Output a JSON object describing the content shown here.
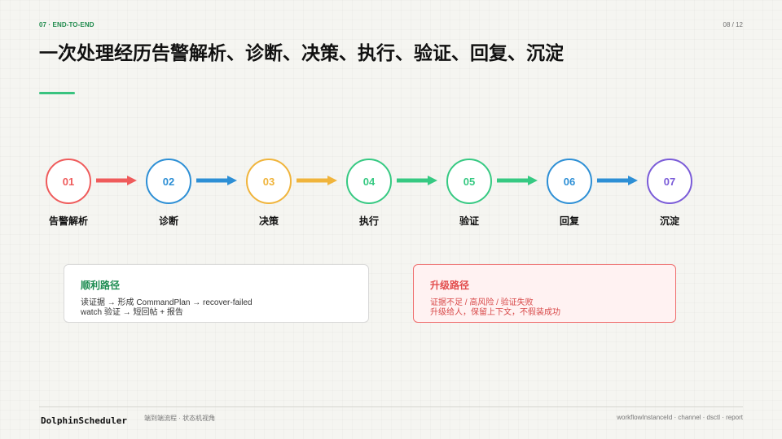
{
  "header": {
    "kicker": "07 · END-TO-END",
    "page_number": "08 / 12",
    "title": "一次处理经历告警解析、诊断、决策、执行、验证、回复、沉淀"
  },
  "flow": {
    "steps": [
      {
        "number": "01",
        "label": "告警解析",
        "color": "#ef5b5b"
      },
      {
        "number": "02",
        "label": "诊断",
        "color": "#2d8fd5"
      },
      {
        "number": "03",
        "label": "决策",
        "color": "#f0b43b"
      },
      {
        "number": "04",
        "label": "执行",
        "color": "#36c982"
      },
      {
        "number": "05",
        "label": "验证",
        "color": "#36c982"
      },
      {
        "number": "06",
        "label": "回复",
        "color": "#2d8fd5"
      },
      {
        "number": "07",
        "label": "沉淀",
        "color": "#7a5bd8"
      }
    ],
    "arrows": [
      {
        "color": "#ef5b5b"
      },
      {
        "color": "#2d8fd5"
      },
      {
        "color": "#f0b43b"
      },
      {
        "color": "#36c982"
      },
      {
        "color": "#36c982"
      },
      {
        "color": "#2d8fd5"
      }
    ]
  },
  "paths": {
    "success": {
      "title": "顺利路径",
      "line1": "读证据 → 形成 CommandPlan → recover-failed",
      "line2": "watch 验证 → 短回帖 + 报告"
    },
    "escalation": {
      "title": "升级路径",
      "line1": "证据不足 / 高风险 / 验证失败",
      "line2": "升级给人，保留上下文，不假装成功"
    }
  },
  "footer": {
    "brand": "DolphinScheduler",
    "subtitle": "端到端流程 · 状态机视角",
    "right_text": "workflowInstanceId · channel · dsctl · report"
  },
  "icons": {
    "arrow": "right-arrow-icon"
  }
}
